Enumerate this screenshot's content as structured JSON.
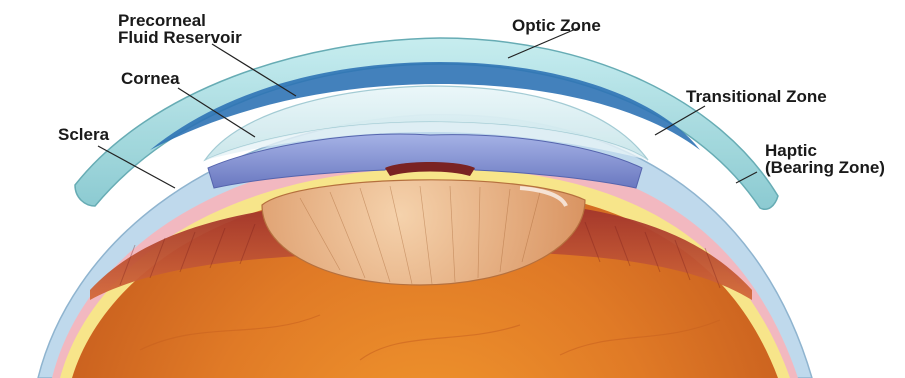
{
  "labels": {
    "precorneal": [
      "Precorneal",
      "Fluid Reservoir"
    ],
    "optic_zone": "Optic Zone",
    "cornea": "Cornea",
    "transitional_zone": "Transitional Zone",
    "sclera": "Sclera",
    "haptic": [
      "Haptic",
      "(Bearing Zone)"
    ]
  },
  "colors": {
    "lens": "#9fd6da",
    "fluid_reservoir": "#2f73b5",
    "cornea": "#d9eef2",
    "iris": "#7f8fd0",
    "sclera": "#f1a9b3",
    "ciliary": "#c7524a",
    "retina": "#e2892f",
    "crystalline_lens": "#e8b07e"
  }
}
